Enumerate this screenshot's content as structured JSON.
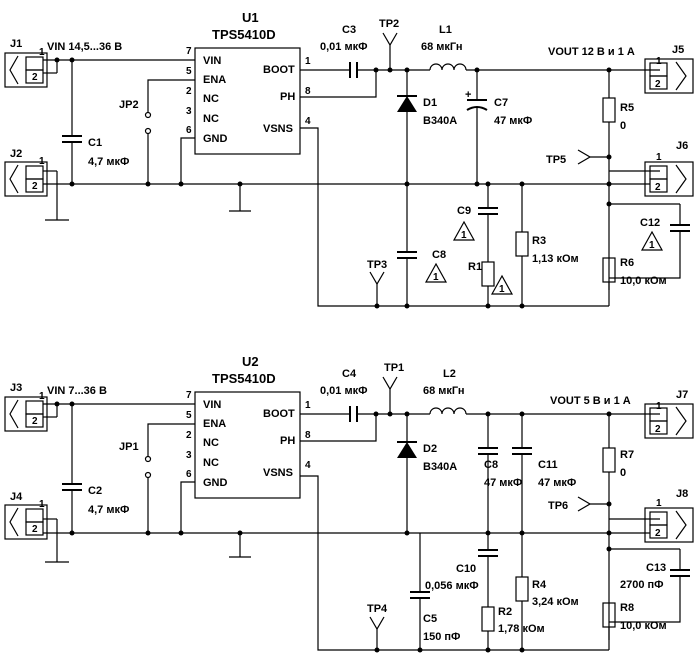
{
  "circuit1": {
    "ic_ref": "U1",
    "ic_part": "TPS5410D",
    "pins": {
      "vin": "VIN",
      "ena": "ENA",
      "nc1": "NC",
      "nc2": "NC",
      "gnd": "GND",
      "boot": "BOOT",
      "ph": "PH",
      "vsns": "VSNS",
      "n_vin": "7",
      "n_ena": "5",
      "n_nc1": "2",
      "n_nc2": "3",
      "n_gnd": "6",
      "n_boot": "1",
      "n_ph": "8",
      "n_vsns": "4"
    },
    "j_in": "J1",
    "j_gnd": "J2",
    "j_out": "J5",
    "j_out2": "J6",
    "pin1": "1",
    "pin2": "2",
    "vin_label": "VIN 14,5...36 В",
    "jumper": "JP2",
    "c_in": "C1",
    "c_in_val": "4,7 мкФ",
    "c_boot": "C3",
    "c_boot_val": "0,01 мкФ",
    "tp_sw": "TP2",
    "inductor": "L1",
    "inductor_val": "68 мкГн",
    "diode": "D1",
    "diode_part": "B340A",
    "c_out": "C7",
    "c_out_val": "47 мкФ",
    "c_out_polarity": "+",
    "vout_label": "VOUT 12 В и 1 А",
    "r_top": "R5",
    "r_top_val": "0",
    "tp_out": "TP5",
    "c9": "C9",
    "c8": "C8",
    "tp_fb": "TP3",
    "r1": "R1",
    "r3": "R3",
    "r3_val": "1,13 кОм",
    "r6": "R6",
    "r6_val": "10,0 кОм",
    "c12": "C12",
    "note_mark": "1"
  },
  "circuit2": {
    "ic_ref": "U2",
    "ic_part": "TPS5410D",
    "pins": {
      "vin": "VIN",
      "ena": "ENA",
      "nc1": "NC",
      "nc2": "NC",
      "gnd": "GND",
      "boot": "BOOT",
      "ph": "PH",
      "vsns": "VSNS",
      "n_vin": "7",
      "n_ena": "5",
      "n_nc1": "2",
      "n_nc2": "3",
      "n_gnd": "6",
      "n_boot": "1",
      "n_ph": "8",
      "n_vsns": "4"
    },
    "j_in": "J3",
    "j_gnd": "J4",
    "j_out": "J7",
    "j_out2": "J8",
    "pin1": "1",
    "pin2": "2",
    "vin_label": "VIN 7...36 В",
    "jumper": "JP1",
    "c_in": "C2",
    "c_in_val": "4,7 мкФ",
    "c_boot": "C4",
    "c_boot_val": "0,01 мкФ",
    "tp_sw": "TP1",
    "inductor": "L2",
    "inductor_val": "68 мкГн",
    "diode": "D2",
    "diode_part": "B340A",
    "c8": "C8",
    "c8_val": "47 мкФ",
    "c11": "C11",
    "c11_val": "47 мкФ",
    "vout_label": "VOUT 5 В и 1 А",
    "r7": "R7",
    "r7_val": "0",
    "tp_out": "TP6",
    "c10": "C10",
    "c10_val": "0,056 мкФ",
    "c5": "C5",
    "c5_val": "150 пФ",
    "tp_fb": "TP4",
    "r2": "R2",
    "r2_val": "1,78 кОм",
    "r4": "R4",
    "r4_val": "3,24 кОм",
    "r8": "R8",
    "r8_val": "10,0 кОм",
    "c13": "C13",
    "c13_val": "2700 пФ"
  }
}
